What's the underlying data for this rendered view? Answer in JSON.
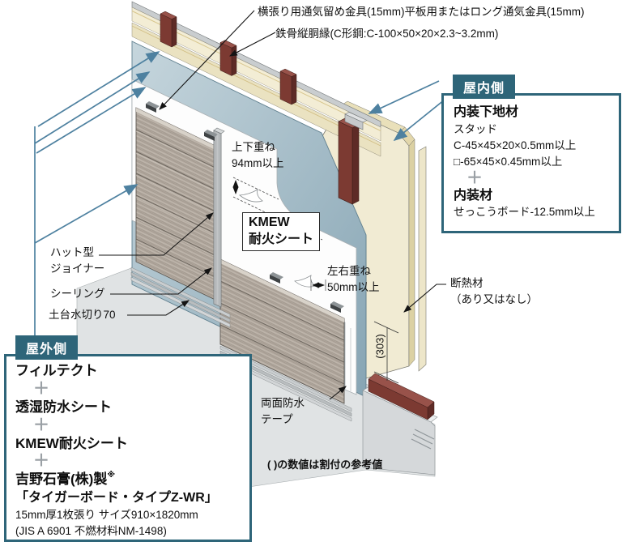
{
  "colors": {
    "accent_teal": "#2e6579",
    "arrow_teal": "#4e81a0",
    "steel_maroon": "#7c3a32",
    "fire_sheet_blue": "#9db5c2",
    "board_cream": "#f1ebd3",
    "siding_gray": "#b5aca2",
    "plus_gray": "#9aa0a5"
  },
  "top_labels": {
    "vent_fitting": "横張り用通気留め金具(15mm)平板用またはロング通気金具(15mm)",
    "steel_furring": "鉄骨縦胴縁(C形鋼:C-100×50×20×2.3~3.2mm)"
  },
  "indoor_box": {
    "badge": "屋内側",
    "heading1": "内装下地材",
    "lines1": [
      "スタッド",
      "C-45×45×20×0.5mm以上",
      "□-65×45×0.45mm以上"
    ],
    "plus": "＋",
    "heading2": "内装材",
    "line2": "せっこうボード-12.5mm以上"
  },
  "outdoor_box": {
    "badge": "屋外側",
    "layer1": "フィルテクト",
    "plus1": "＋",
    "layer2": "透湿防水シート",
    "plus2": "＋",
    "layer3": "KMEW耐火シート",
    "plus3": "＋",
    "maker": "吉野石膏(株)製",
    "maker_mark": "※",
    "product": "「タイガーボード・タイプZ-WR」",
    "spec1": "15mm厚1枚張り サイズ910×1820mm",
    "spec2": "(JIS A 6901 不燃材料NM-1498)"
  },
  "diagram_labels": {
    "overlap_vertical": "上下重ね\n94mm以上",
    "kmew_sheet": "KMEW\n耐火シート",
    "hat_joiner": "ハット型\nジョイナー",
    "sealing": "シーリング",
    "base_flashing": "土台水切り70",
    "overlap_horizontal": "左右重ね\n50mm以上",
    "insulation": "断熱材\n（あり又はなし）",
    "dim_303": "(303)",
    "waterproof_tape": "両面防水\nテープ",
    "note": "( )の数値は割付の参考値"
  }
}
